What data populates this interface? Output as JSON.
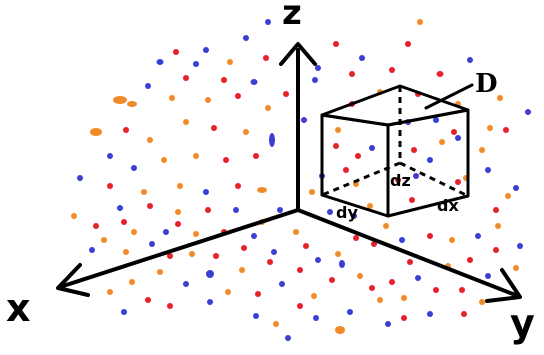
{
  "axes": {
    "z_label": "z",
    "x_label": "x",
    "y_label": "y"
  },
  "volume_element": {
    "label": "D",
    "dx_label": "dx",
    "dy_label": "dy",
    "dz_label": "dz"
  },
  "particles": {
    "colors": {
      "red": "#e8202a",
      "blue": "#3a3fd1",
      "orange": "#f08a2a"
    }
  }
}
